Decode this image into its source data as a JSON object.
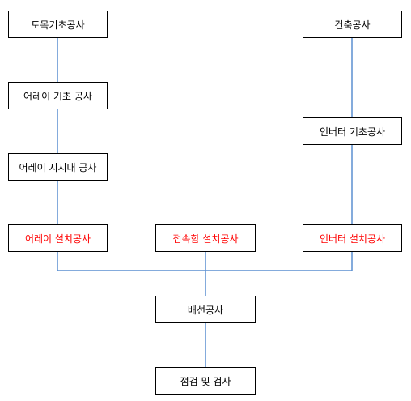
{
  "colors": {
    "connector": "#5b8fd1",
    "highlight_text": "#ff0000",
    "text": "#000000",
    "border": "#000000"
  },
  "nodes": {
    "civil_foundation": "토목기초공사",
    "building": "건축공사",
    "array_foundation": "어레이 기초 공사",
    "inverter_foundation": "인버터 기초공사",
    "array_support": "어레이 지지대 공사",
    "array_install": "어레이 설치공사",
    "junction_box_install": "접속함 설치공사",
    "inverter_install": "인버터 설치공사",
    "wiring": "배선공사",
    "inspection": "점검 및 검사"
  }
}
